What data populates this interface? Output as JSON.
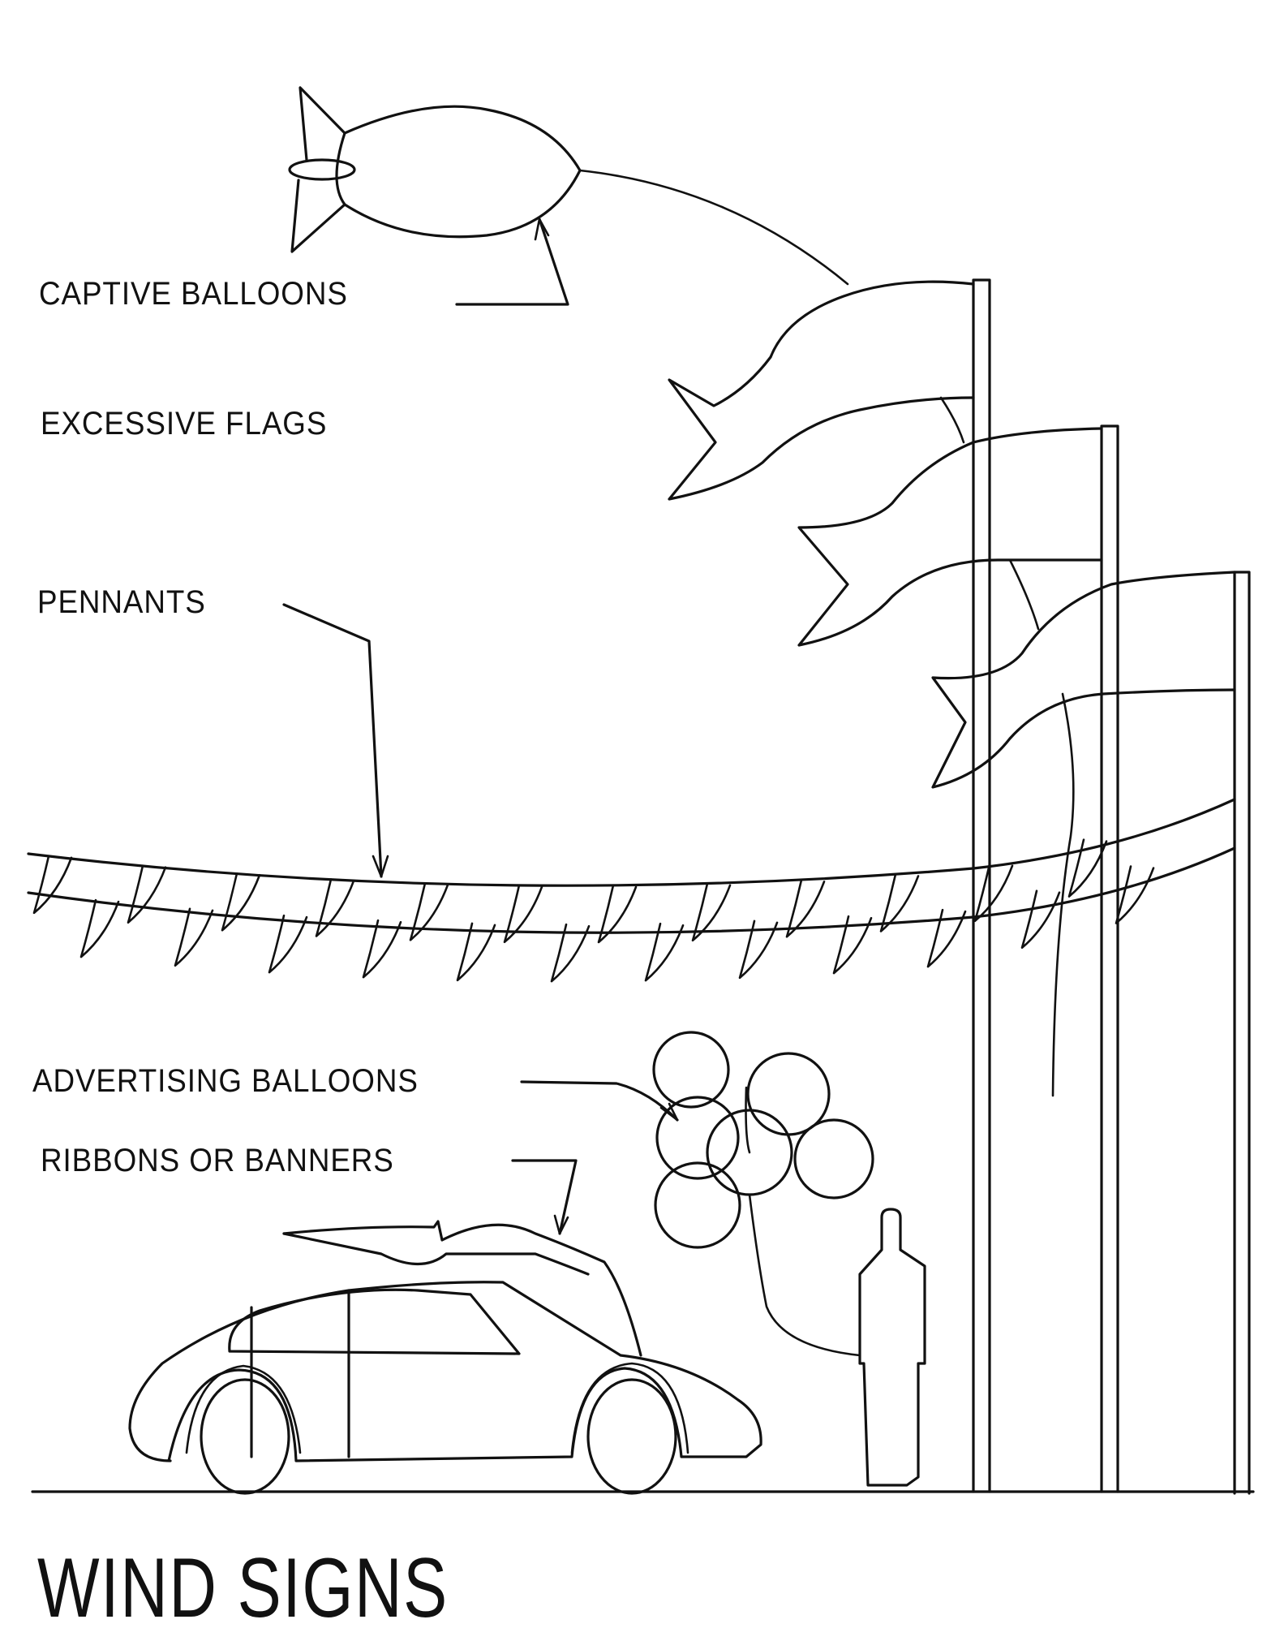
{
  "title": "WIND SIGNS",
  "labels": {
    "captive_balloons": "CAPTIVE BALLOONS",
    "excessive_flags": "EXCESSIVE FLAGS",
    "pennants": "PENNANTS",
    "advertising_balloons": "ADVERTISING BALLOONS",
    "ribbons_or_banners": "RIBBONS OR BANNERS"
  },
  "colors": {
    "ink": "#111111",
    "paper": "#ffffff"
  }
}
